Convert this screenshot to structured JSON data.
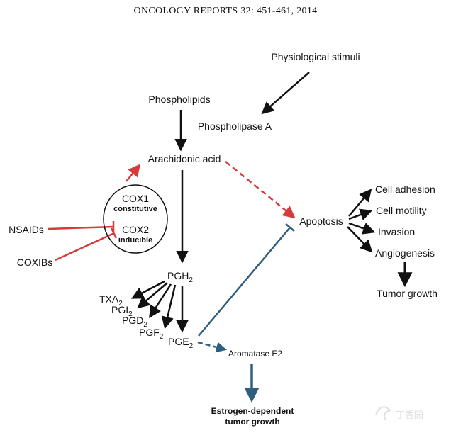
{
  "header": {
    "text": "ONCOLOGY REPORTS  32:  451-461,  2014"
  },
  "nodes": {
    "physiological_stimuli": "Physiological stimuli",
    "phospholipids": "Phospholipids",
    "phospholipase_a": "Phospholipase A",
    "arachidonic_acid": "Arachidonic acid",
    "cox1": "COX1",
    "cox1_sub": "constitutive",
    "cox2": "COX2",
    "cox2_sub": "inducible",
    "nsaids": "NSAIDs",
    "coxibs": "COXIBs",
    "apoptosis": "Apoptosis",
    "cell_adhesion": "Cell adhesion",
    "cell_motility": "Cell motility",
    "invasion": "Invasion",
    "angiogenesis": "Angiogenesis",
    "tumor_growth": "Tumor growth",
    "pgh": "PGH",
    "pgh_sub": "2",
    "txa": "TXA",
    "txa_sub": "2",
    "pgi": "PGI",
    "pgi_sub": "2",
    "pgd": "PGD",
    "pgd_sub": "2",
    "pgf": "PGF",
    "pgf_sub": "2",
    "pge": "PGE",
    "pge_sub": "2",
    "aromatase": "Aromatase E2",
    "estrogen_line1": "Estrogen-dependent",
    "estrogen_line2": "tumor growth"
  },
  "watermark": "丁香园",
  "colors": {
    "black_arrow": "#111111",
    "red_arrow": "#d83a3a",
    "blue_arrow": "#2e5f7e"
  }
}
